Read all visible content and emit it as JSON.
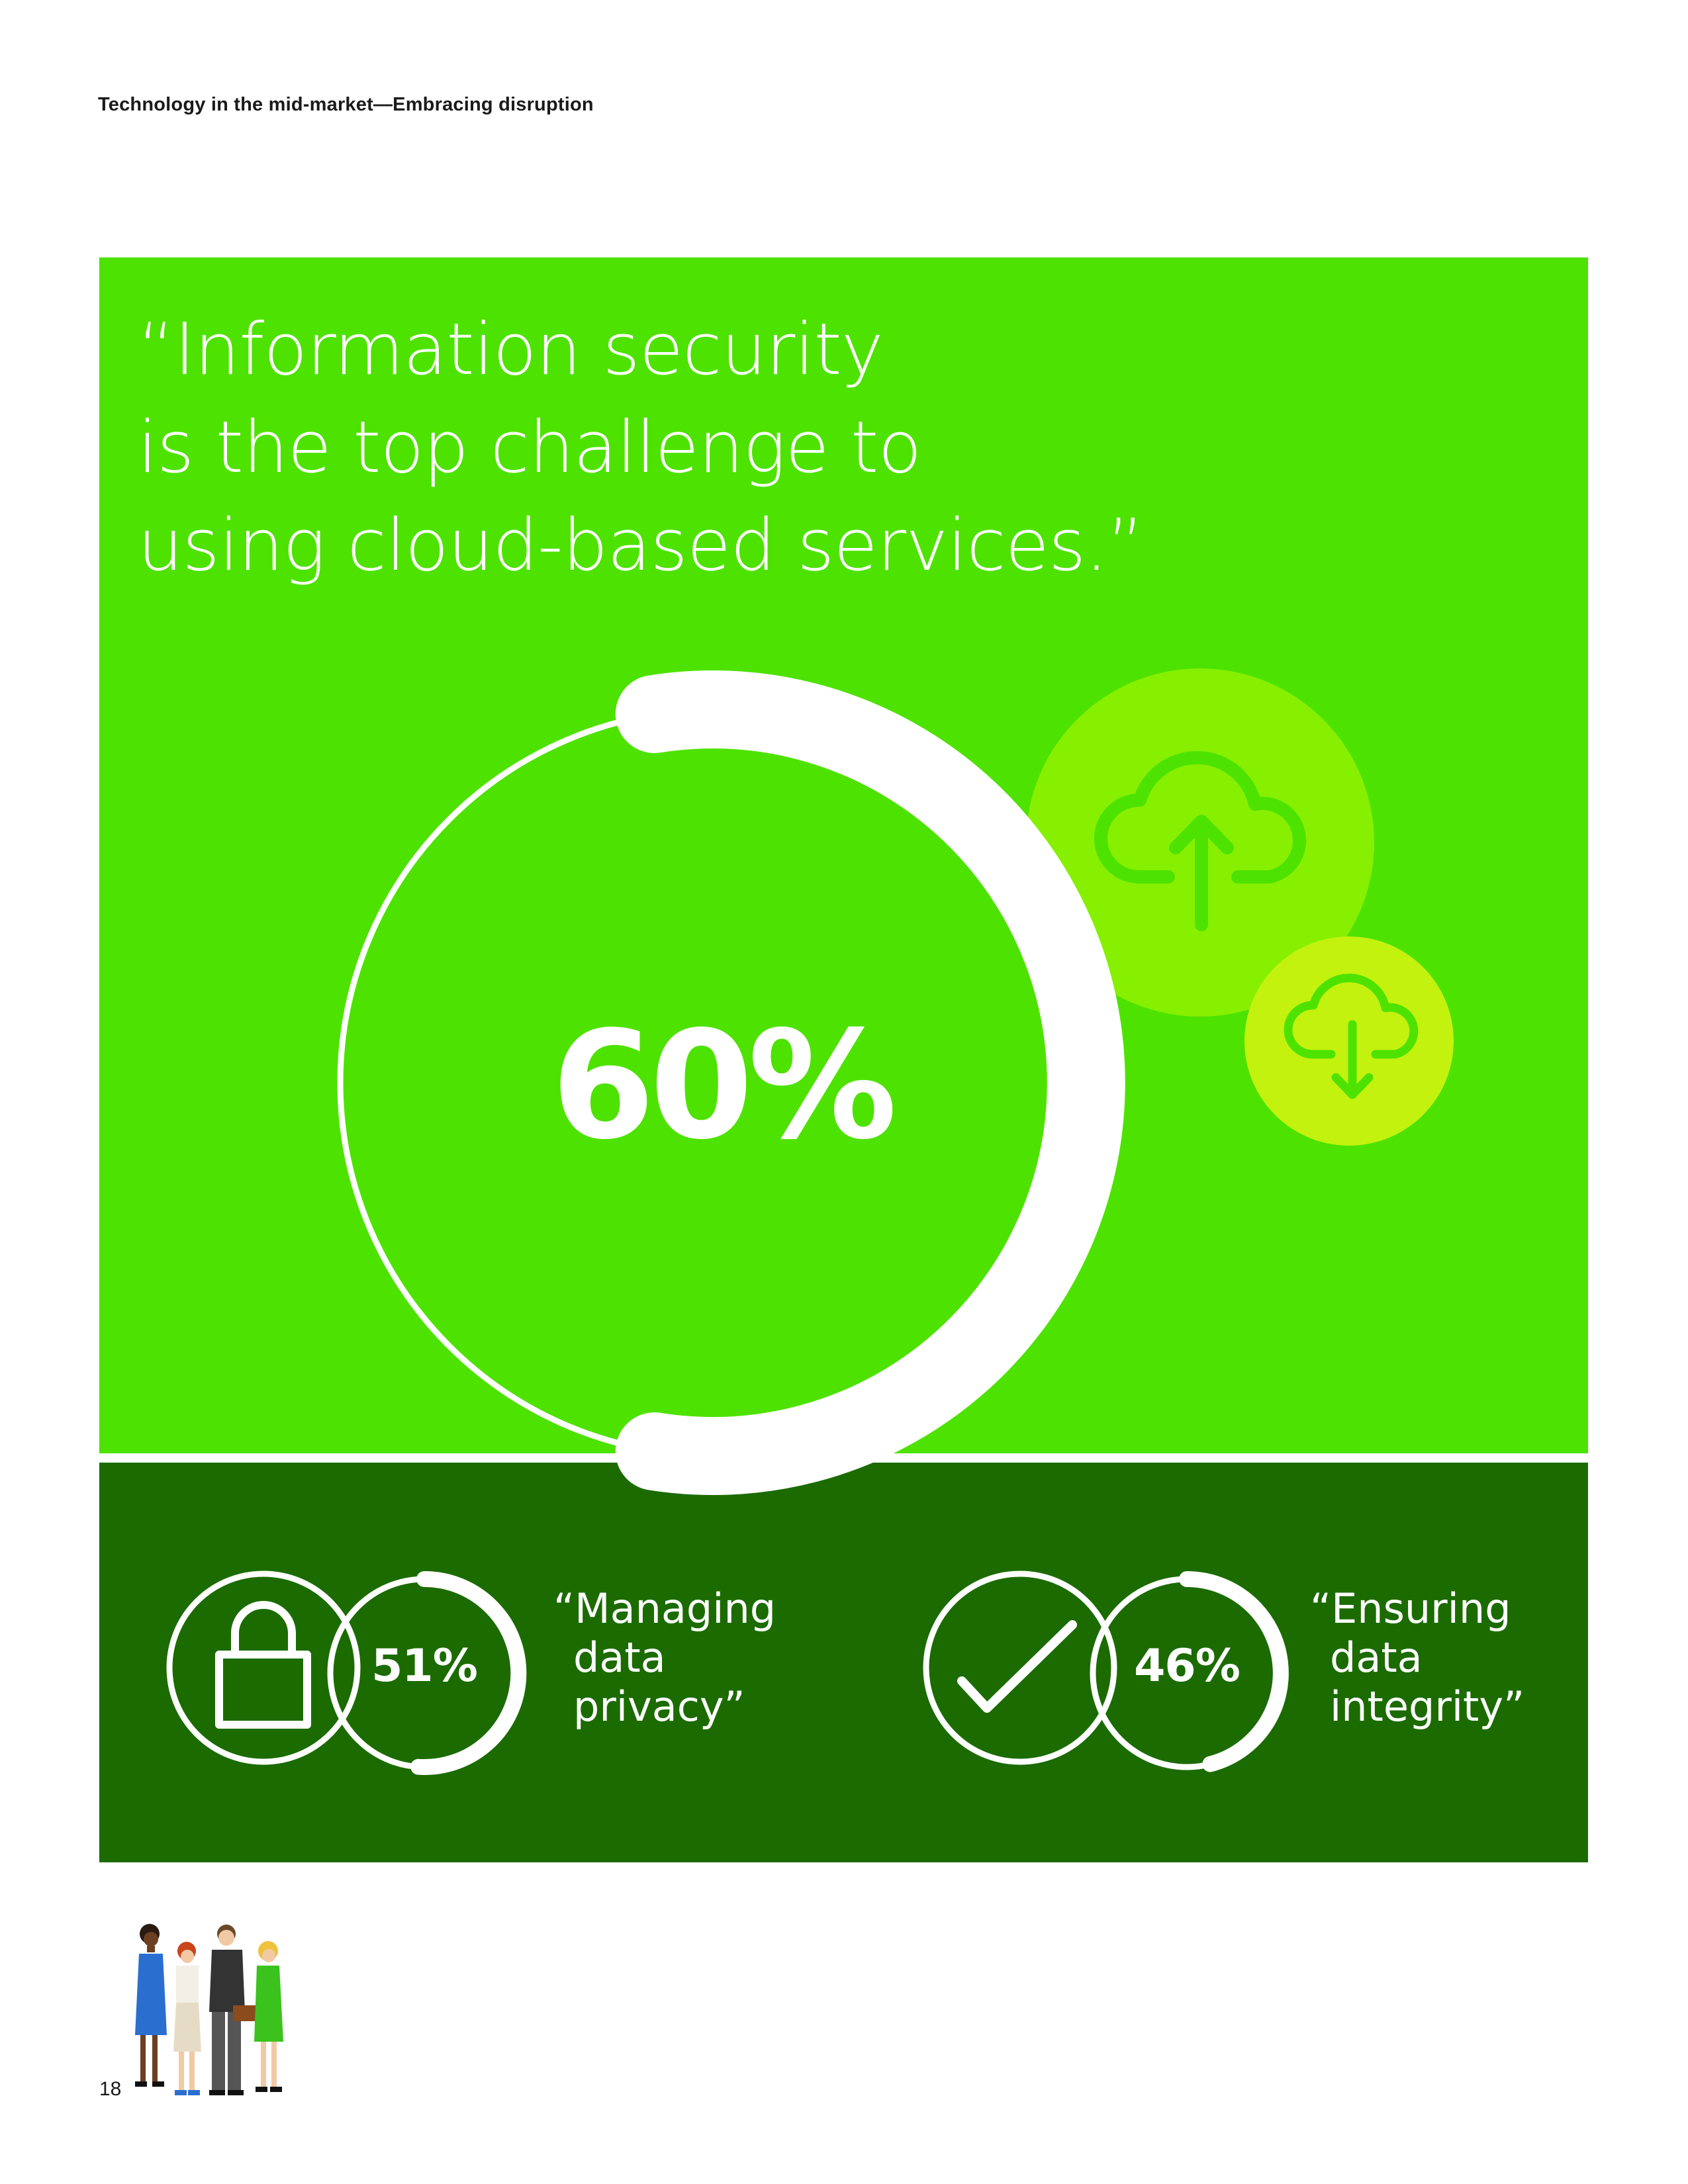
{
  "header": {
    "running_title": "Technology in the mid-market—Embracing disruption"
  },
  "main_quote": {
    "lines": [
      "“Information security",
      "is the top challenge to",
      "using cloud-based services.”"
    ]
  },
  "main_stat": {
    "value": "60%",
    "fraction": 0.6
  },
  "cloud_icons": [
    {
      "icon": "cloud-upload-icon",
      "color": "#86f000"
    },
    {
      "icon": "cloud-download-icon",
      "color": "#c3f20f"
    }
  ],
  "sub_stats": [
    {
      "value": "51%",
      "fraction": 0.51,
      "icon": "padlock-icon",
      "caption_lines": [
        "“Managing",
        "data",
        "privacy”"
      ]
    },
    {
      "value": "46%",
      "fraction": 0.46,
      "icon": "checkmark-icon",
      "caption_lines": [
        "“Ensuring",
        "data",
        "integrity”"
      ]
    }
  ],
  "footer": {
    "page_number": "18"
  },
  "colors": {
    "bright_green": "#4ee200",
    "dark_green": "#1b6b00",
    "white": "#ffffff"
  }
}
